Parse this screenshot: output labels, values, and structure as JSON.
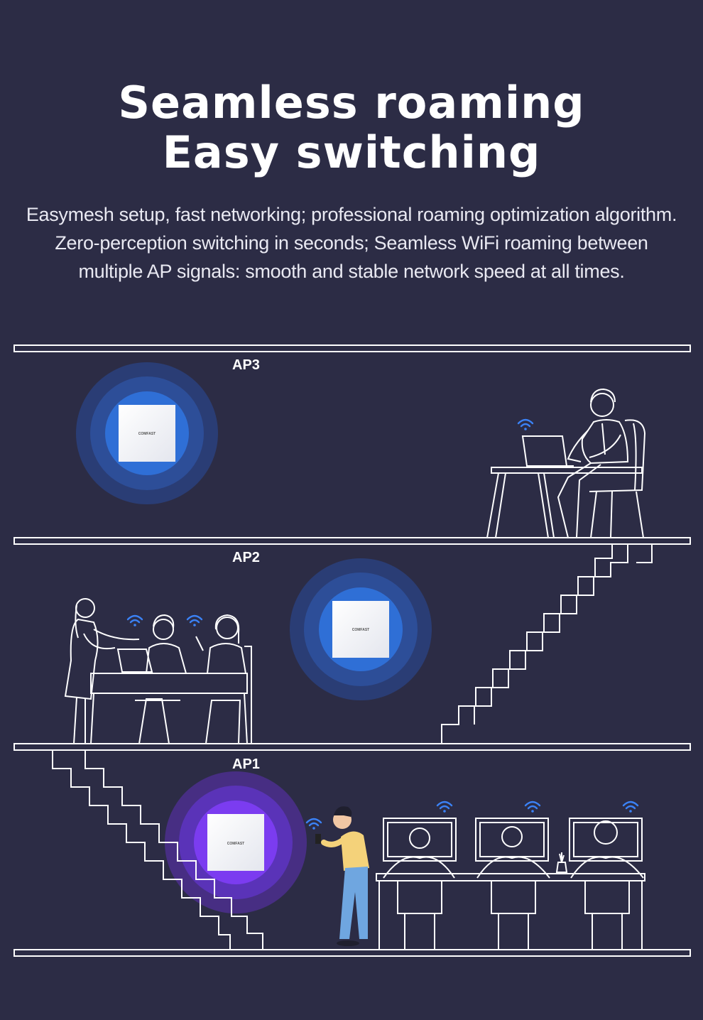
{
  "heading": {
    "line1": "Seamless roaming",
    "line2": "Easy switching"
  },
  "description": {
    "line1": "Easymesh setup, fast networking; professional roaming optimization algorithm.",
    "line2": "Zero-perception switching in seconds; Seamless WiFi roaming between",
    "line3": "multiple AP signals: smooth and stable network speed at all times."
  },
  "access_points": {
    "ap3": {
      "label": "AP3",
      "brand": "COMFAST",
      "signal_color": "#2f6fd6"
    },
    "ap2": {
      "label": "AP2",
      "brand": "COMFAST",
      "signal_color": "#2f6fd6"
    },
    "ap1": {
      "label": "AP1",
      "brand": "COMFAST",
      "signal_color": "#7b3cf0"
    }
  },
  "colors": {
    "background": "#2c2c45",
    "line_art": "#ffffff",
    "wifi_icon": "#3b82f6"
  }
}
